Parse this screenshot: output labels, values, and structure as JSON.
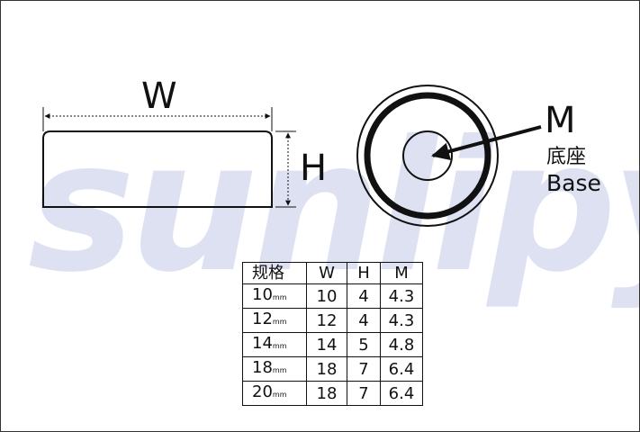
{
  "watermark": "sunlipy",
  "labels": {
    "w": "W",
    "h": "H",
    "m": "M",
    "base_cn": "底座",
    "base_en": "Base"
  },
  "table": {
    "headers": [
      "规格",
      "W",
      "H",
      "M"
    ],
    "unit": "mm",
    "rows": [
      {
        "size": "10",
        "w": "10",
        "h": "4",
        "m": "4.3"
      },
      {
        "size": "12",
        "w": "12",
        "h": "4",
        "m": "4.3"
      },
      {
        "size": "14",
        "w": "14",
        "h": "5",
        "m": "4.8"
      },
      {
        "size": "18",
        "w": "18",
        "h": "7",
        "m": "6.4"
      },
      {
        "size": "20",
        "w": "18",
        "h": "7",
        "m": "6.4"
      }
    ]
  },
  "colors": {
    "line": "#111111",
    "watermark": "#d9dcef"
  }
}
